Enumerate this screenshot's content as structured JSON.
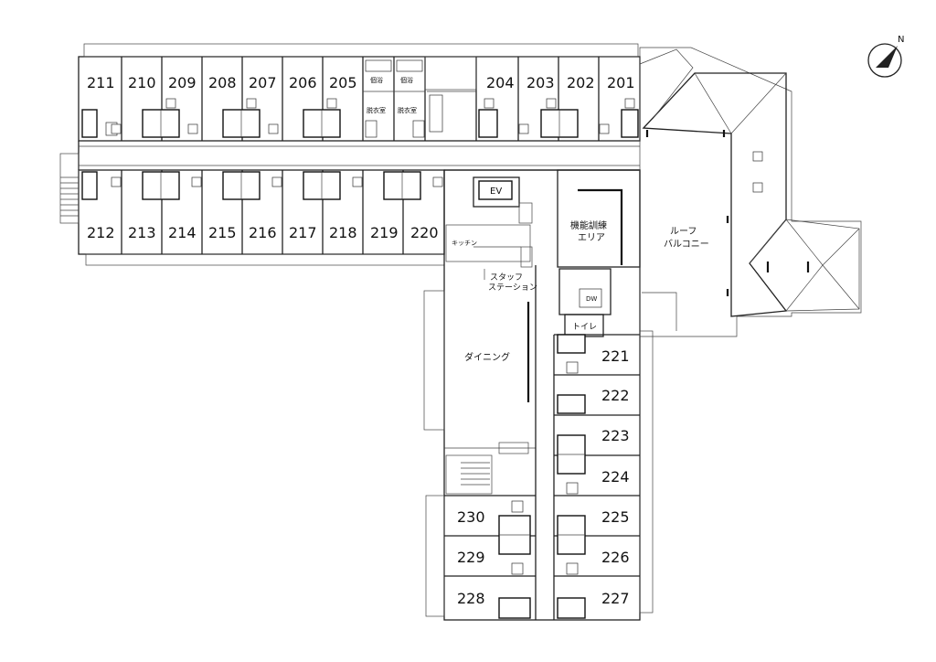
{
  "rooms_north": [
    "211",
    "210",
    "209",
    "208",
    "207",
    "206",
    "205",
    "204",
    "203",
    "202",
    "201"
  ],
  "rooms_south": [
    "212",
    "213",
    "214",
    "215",
    "216",
    "217",
    "218",
    "219",
    "220"
  ],
  "rooms_east": [
    "221",
    "222",
    "223",
    "224",
    "225",
    "226",
    "227"
  ],
  "rooms_west": [
    "230",
    "229",
    "228"
  ],
  "bath_labels": [
    "個浴",
    "個浴"
  ],
  "dressing_labels": [
    "脱衣室",
    "脱衣室"
  ],
  "ev_label": "EV",
  "kitchen_label": "キッチン",
  "staff_label_1": "スタッフ",
  "staff_label_2": "ステーション",
  "training_label_1": "機能訓練",
  "training_label_2": "エリア",
  "roof_label_1": "ルーフ",
  "roof_label_2": "バルコニー",
  "dining_label": "ダイニング",
  "dw_label": "DW",
  "toilet_label": "トイレ",
  "compass_label": "N"
}
